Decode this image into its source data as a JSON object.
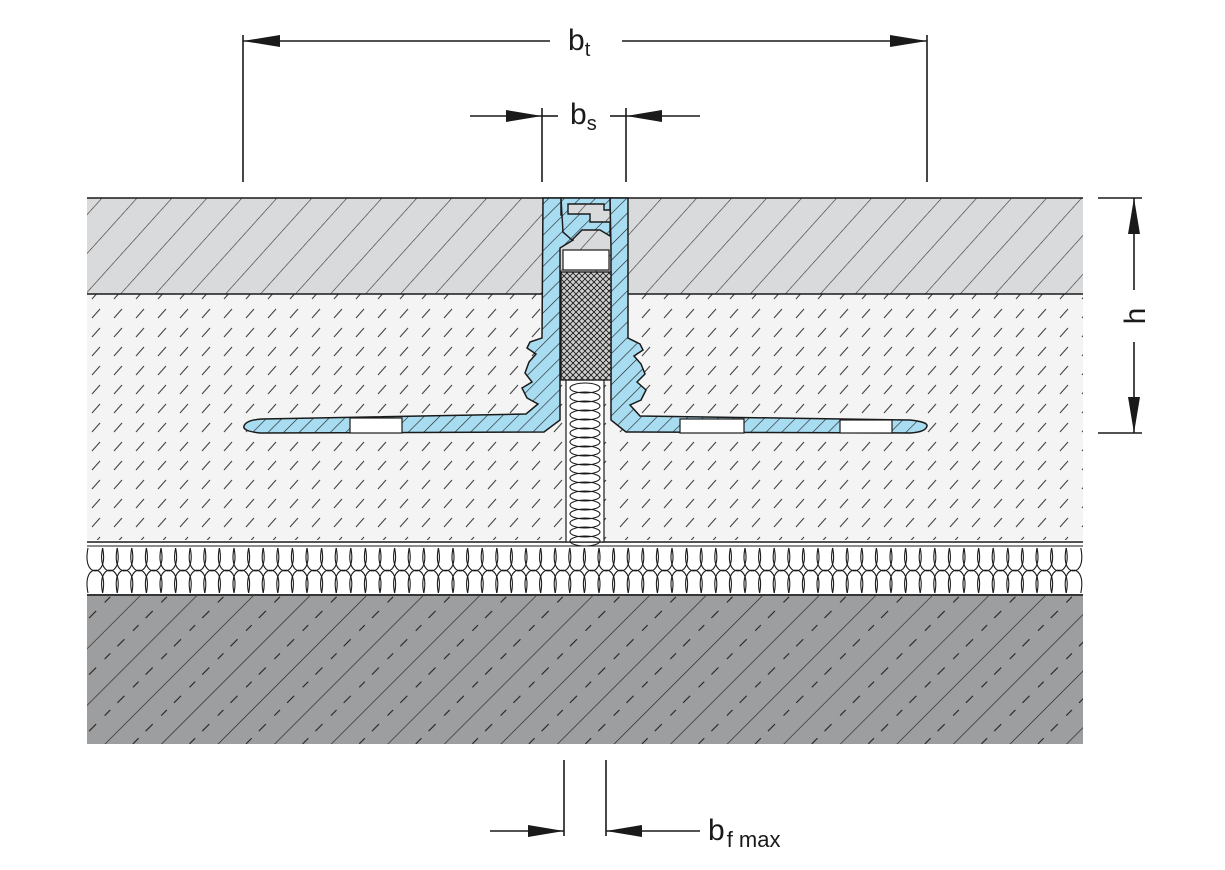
{
  "dimensions": {
    "bt": {
      "main": "b",
      "sub": "t"
    },
    "bs": {
      "main": "b",
      "sub": "s"
    },
    "h": {
      "main": "h"
    },
    "bfmax": {
      "main": "b",
      "sub": "f max"
    }
  },
  "colors": {
    "top_layer": "#d9dadc",
    "screed_layer": "#f4f4f5",
    "concrete_base": "#9d9ea0",
    "profile": "#a8dcf0",
    "line": "#1a1a1a"
  }
}
